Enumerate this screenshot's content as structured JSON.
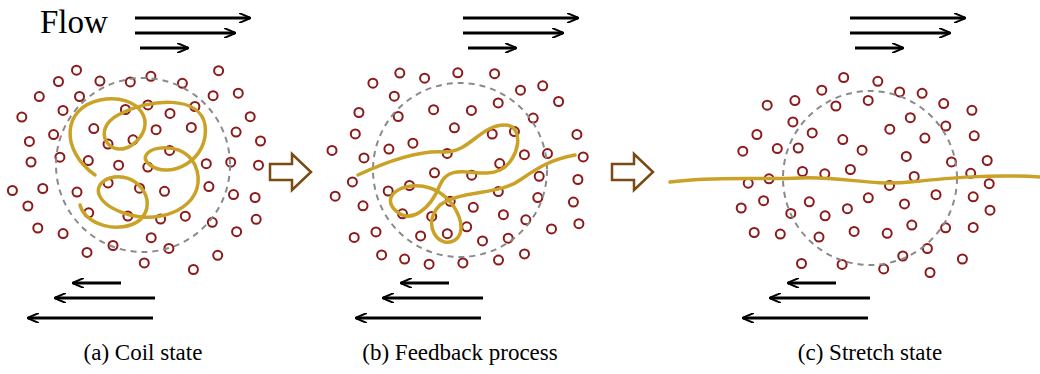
{
  "diagram": {
    "labels": [
      "Flow",
      "(a) Coil state",
      "(b) Feedback process",
      "(c) Stretch state"
    ]
  }
}
